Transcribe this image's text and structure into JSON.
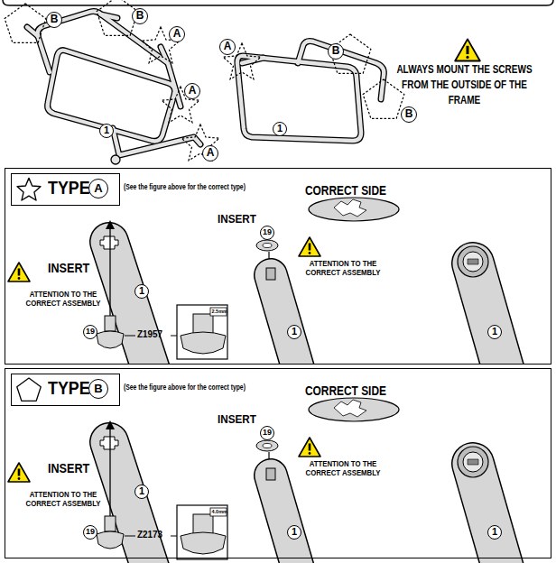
{
  "diagram": {
    "nodes": [
      {
        "text": [
          "(See the figure above for the correct type)",
          "CORRECT SIDE",
          "INSERT",
          "ATTENTION TO THE CORRECT ASSEMBLY",
          "INSERT",
          "ATTENTION TO THE CORRECT ASSEMBLY",
          "Z1957"
        ]
      },
      {
        "text": [
          "TYPE",
          "A"
        ],
        "in": 0
      },
      {
        "text": [
          "(See the figure above for the correct type)",
          "CORRECT SIDE",
          "INSERT",
          "ATTENTION TO THE CORRECT ASSEMBLY",
          "INSERT",
          "ATTENTION TO THE CORRECT ASSEMBLY",
          "Z2173"
        ]
      },
      {
        "text": [
          "TYPE",
          "B"
        ],
        "in": 2
      }
    ],
    "labels": [
      "B",
      "B",
      "A",
      "A",
      "B",
      "A",
      "ALWAYS MOUNT THE SCREWS FROM THE OUTSIDE OF THE FRAME",
      "B",
      "1",
      "1",
      "A",
      "19",
      "1",
      "19",
      "1",
      "1",
      "2.5mm",
      "19",
      "1",
      "19",
      "1",
      "1",
      "4.0mm"
    ]
  }
}
